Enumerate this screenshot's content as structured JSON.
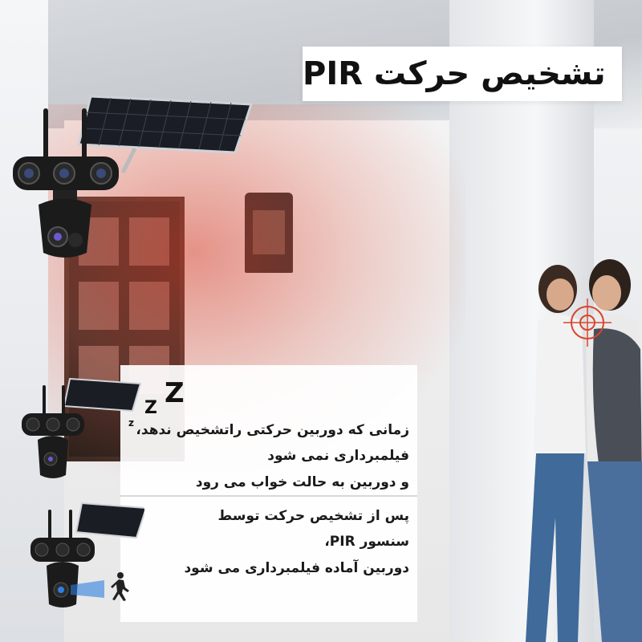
{
  "title": "تشخیص حرکت PIR",
  "zzz": "zZZ",
  "message_idle": {
    "line1": "زمانی که دوربین حرکتی راتشخیص ندهد،",
    "line2": "فیلمبرداری نمی شود",
    "line3": "و دوربین به حالت خواب می رود"
  },
  "message_motion": {
    "line1": "پس از تشخیص حرکت توسط",
    "line2": "سنسور PIR،",
    "line3": "دوربین آماده فیلمبرداری می شود"
  },
  "colors": {
    "accent_red": "#d8452e",
    "title_text": "#111111",
    "camera_body": "#1b1b1b",
    "pir_beam": "#2f7fe0"
  },
  "icons": [
    "solar-panel-icon",
    "security-camera-icon",
    "walking-person-icon",
    "target-reticle-icon"
  ]
}
